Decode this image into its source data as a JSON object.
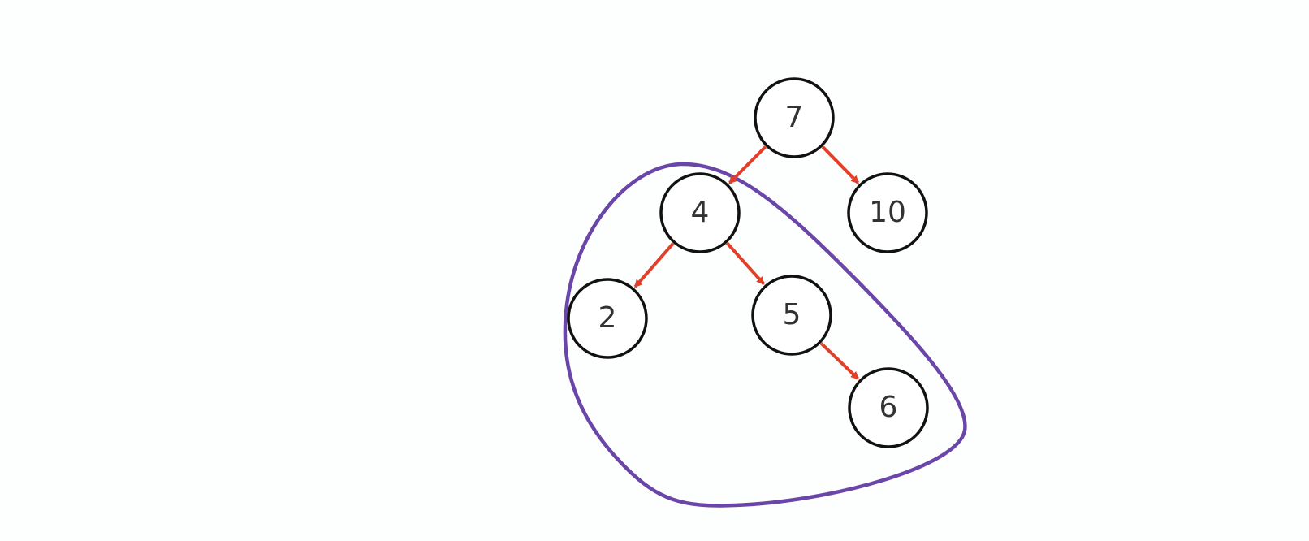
{
  "diagram": {
    "type": "binary-tree",
    "nodes": [
      {
        "id": "n7",
        "label": "7"
      },
      {
        "id": "n4",
        "label": "4"
      },
      {
        "id": "n10",
        "label": "10"
      },
      {
        "id": "n2",
        "label": "2"
      },
      {
        "id": "n5",
        "label": "5"
      },
      {
        "id": "n6",
        "label": "6"
      }
    ],
    "edges": [
      {
        "from": "n7",
        "to": "n4"
      },
      {
        "from": "n7",
        "to": "n10"
      },
      {
        "from": "n4",
        "to": "n2"
      },
      {
        "from": "n4",
        "to": "n5"
      },
      {
        "from": "n5",
        "to": "n6"
      }
    ],
    "highlighted_subtree_root": "n4",
    "colors": {
      "background": "#fdfefe",
      "node_fill": "#ffffff",
      "node_stroke": "#111111",
      "node_text": "#333333",
      "edge": "#e0402a",
      "highlight_outline": "#6a46a8"
    }
  }
}
